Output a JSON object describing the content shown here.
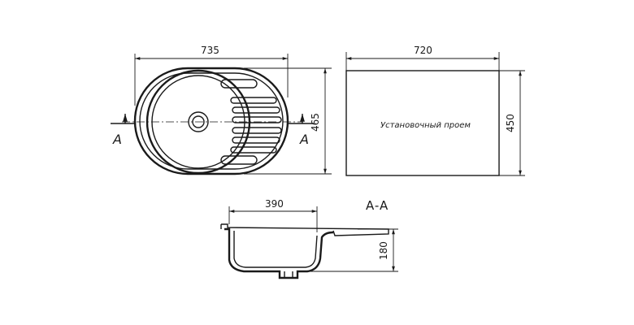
{
  "dimensions": {
    "top_width": "735",
    "top_height": "465",
    "cutout_width": "720",
    "cutout_height": "450",
    "section_width": "390",
    "section_depth": "180"
  },
  "labels": {
    "cutout": "Установочный проем",
    "section_marker_left": "A",
    "section_marker_right": "A",
    "section_title": "A-A"
  }
}
